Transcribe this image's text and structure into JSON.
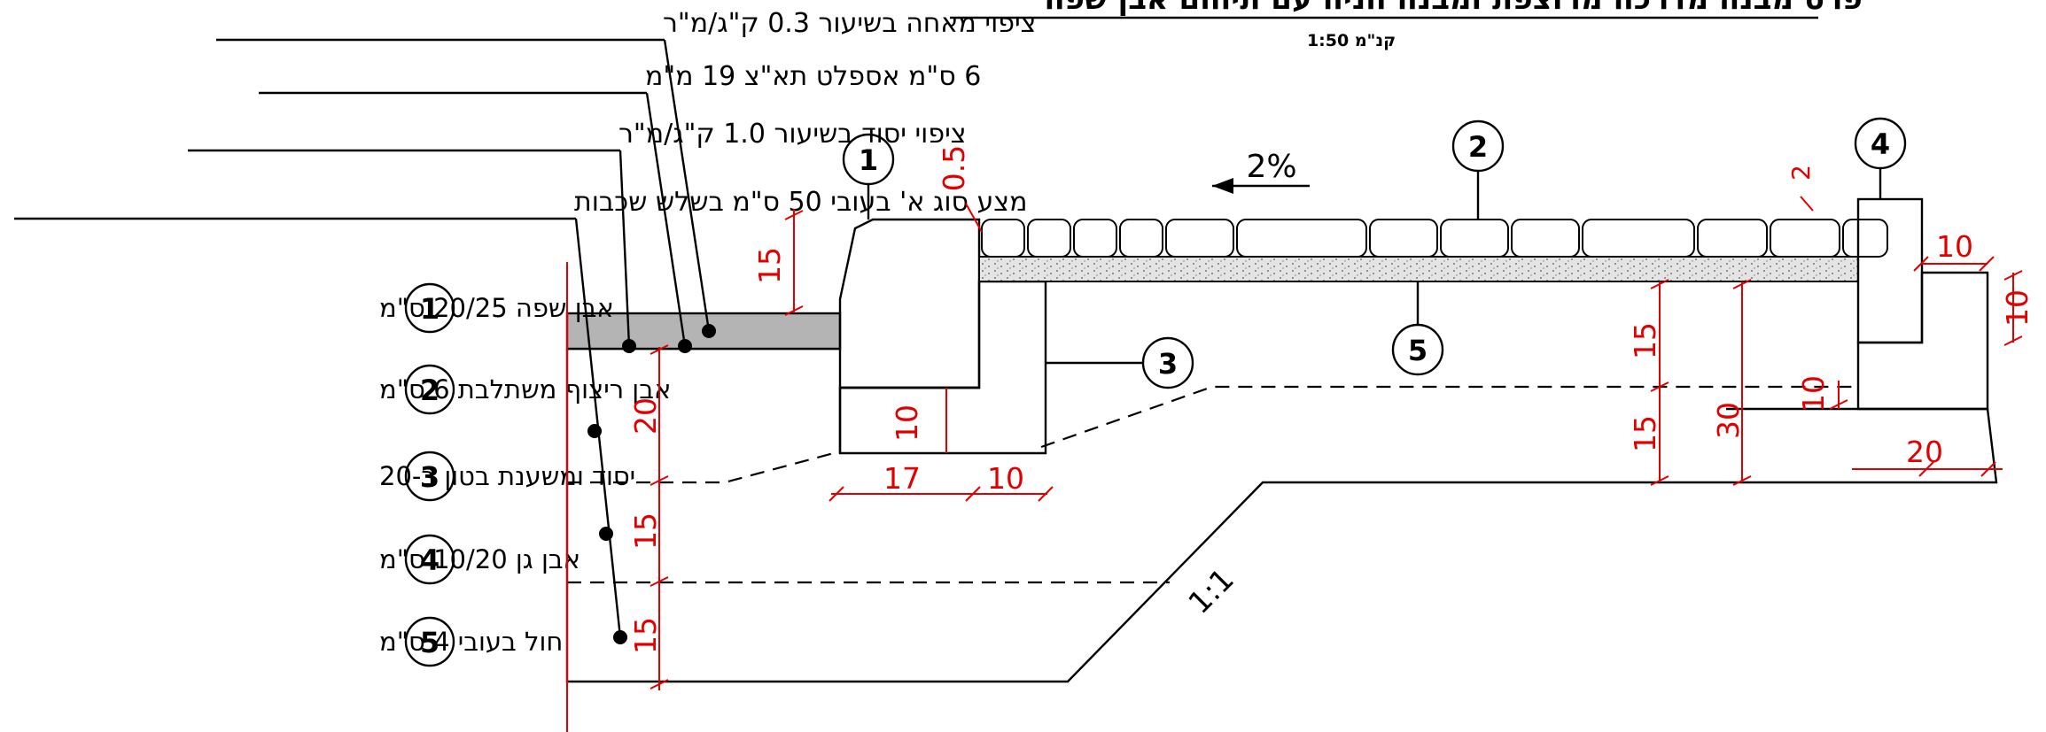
{
  "header": {
    "title": "פרט מבנה מדרכה מרוצפת ומבנה חניה עם תיחום אבן שפה",
    "scale": "1:50 קנ\"מ"
  },
  "layer_labels": [
    "ציפוי מאחה בשיעור 0.3 ק\"ג/מ\"ר",
    "6 ס\"מ אספלט תא\"צ 19 מ\"מ",
    "ציפוי יסוד בשיעור 1.0 ק\"ג/מ\"ר",
    "מצע סוג א' בעובי 50 ס\"מ בשלש שכבות"
  ],
  "legend": [
    {
      "num": "1",
      "text": "אבן שפה 20/25 ס\"מ"
    },
    {
      "num": "2",
      "text": "אבן ריצוף משתלבת 6 ס\"מ"
    },
    {
      "num": "3",
      "text": "יסוד ומשענת בטון ב-20"
    },
    {
      "num": "4",
      "text": "אבן גן 10/20 ס\"מ"
    },
    {
      "num": "5",
      "text": "חול בעובי 4 ס\"מ"
    }
  ],
  "callouts": [
    "1",
    "2",
    "3",
    "4",
    "5"
  ],
  "annotations": {
    "slope": "2%",
    "embankment": "1:1"
  },
  "dimensions": {
    "curb_reveal": "15",
    "curb_top": "0.5",
    "paver_gap": "2",
    "base_left_1": "20",
    "base_left_2": "15",
    "base_left_3": "15",
    "curb_lower": "10",
    "curb_width": "17",
    "backing_width": "10",
    "right_upper": "15",
    "right_lower": "15",
    "right_total": "30",
    "garden_side": "10",
    "garden_step": "10",
    "garden_width": "10",
    "garden_bottom": "20"
  },
  "colors": {
    "dimension": "#e00000",
    "linework": "#000000",
    "asphalt": "#b4b4b4",
    "sand": "#d9d9d9"
  }
}
